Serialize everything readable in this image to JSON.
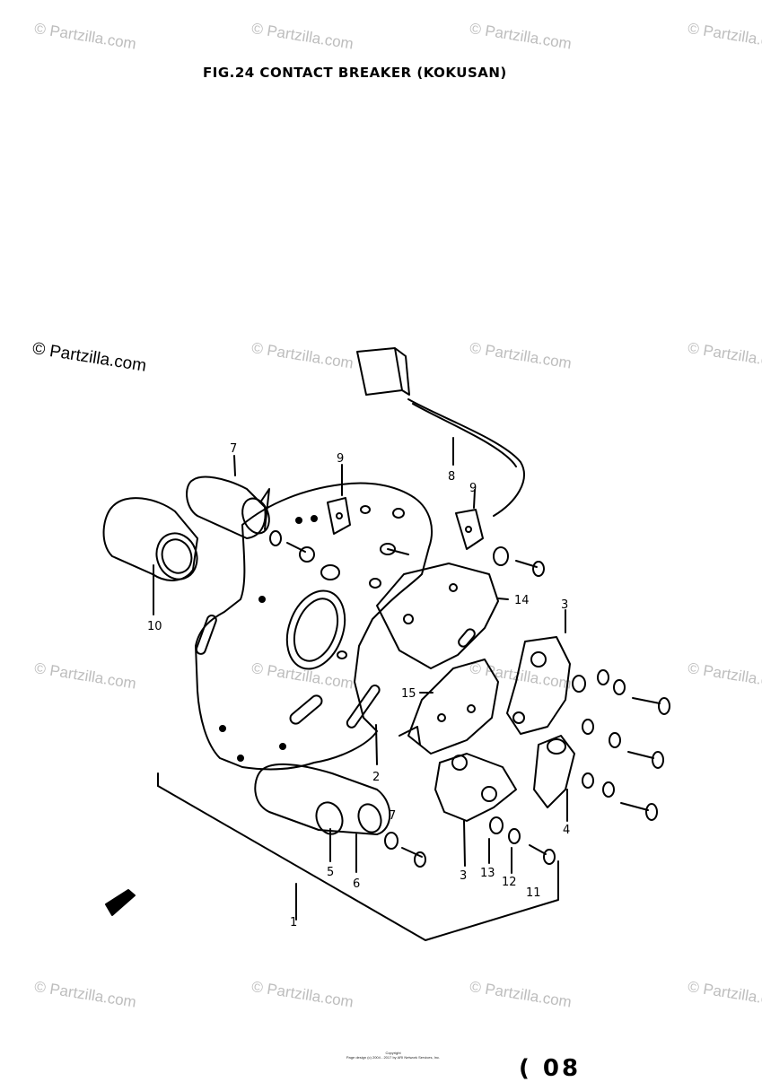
{
  "figure": {
    "title": "FIG.24  CONTACT BREAKER (KOKUSAN)",
    "page_number": "( 08",
    "copyright": [
      "Copyright",
      "Page design (c) 2004 - 2017 by ARI Network Services, Inc."
    ]
  },
  "watermark": {
    "text": "© Partzilla.com"
  },
  "callouts": [
    "1",
    "2",
    "3",
    "3",
    "4",
    "5",
    "6",
    "7",
    "7",
    "8",
    "9",
    "9",
    "10",
    "11",
    "12",
    "13",
    "14",
    "15"
  ]
}
